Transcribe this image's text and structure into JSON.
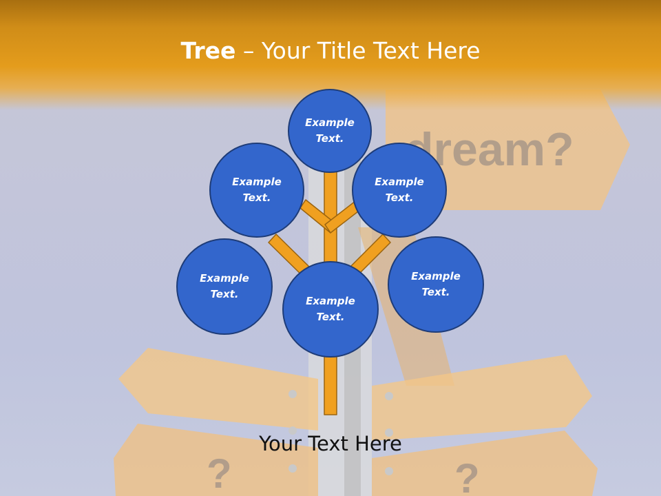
{
  "title": {
    "bold": "Tree",
    "separator": " – ",
    "rest": "Your Title Text Here"
  },
  "backdrop": {
    "sign_word": "dream?",
    "question_left": "?",
    "question_right": "?"
  },
  "nodes": [
    {
      "id": "top",
      "text": "Example\nText."
    },
    {
      "id": "upper-left",
      "text": "Example\nText."
    },
    {
      "id": "upper-right",
      "text": "Example\nText."
    },
    {
      "id": "lower-left",
      "text": "Example\nText."
    },
    {
      "id": "center",
      "text": "Example\nText."
    },
    {
      "id": "lower-right",
      "text": "Example\nText."
    }
  ],
  "footer": {
    "text": "Your Text Here"
  },
  "colors": {
    "header": "#e49c1c",
    "node_fill": "#3366cc",
    "node_border": "#1e3c78",
    "branch": "#f0a020",
    "branch_edge": "#9a6410"
  }
}
